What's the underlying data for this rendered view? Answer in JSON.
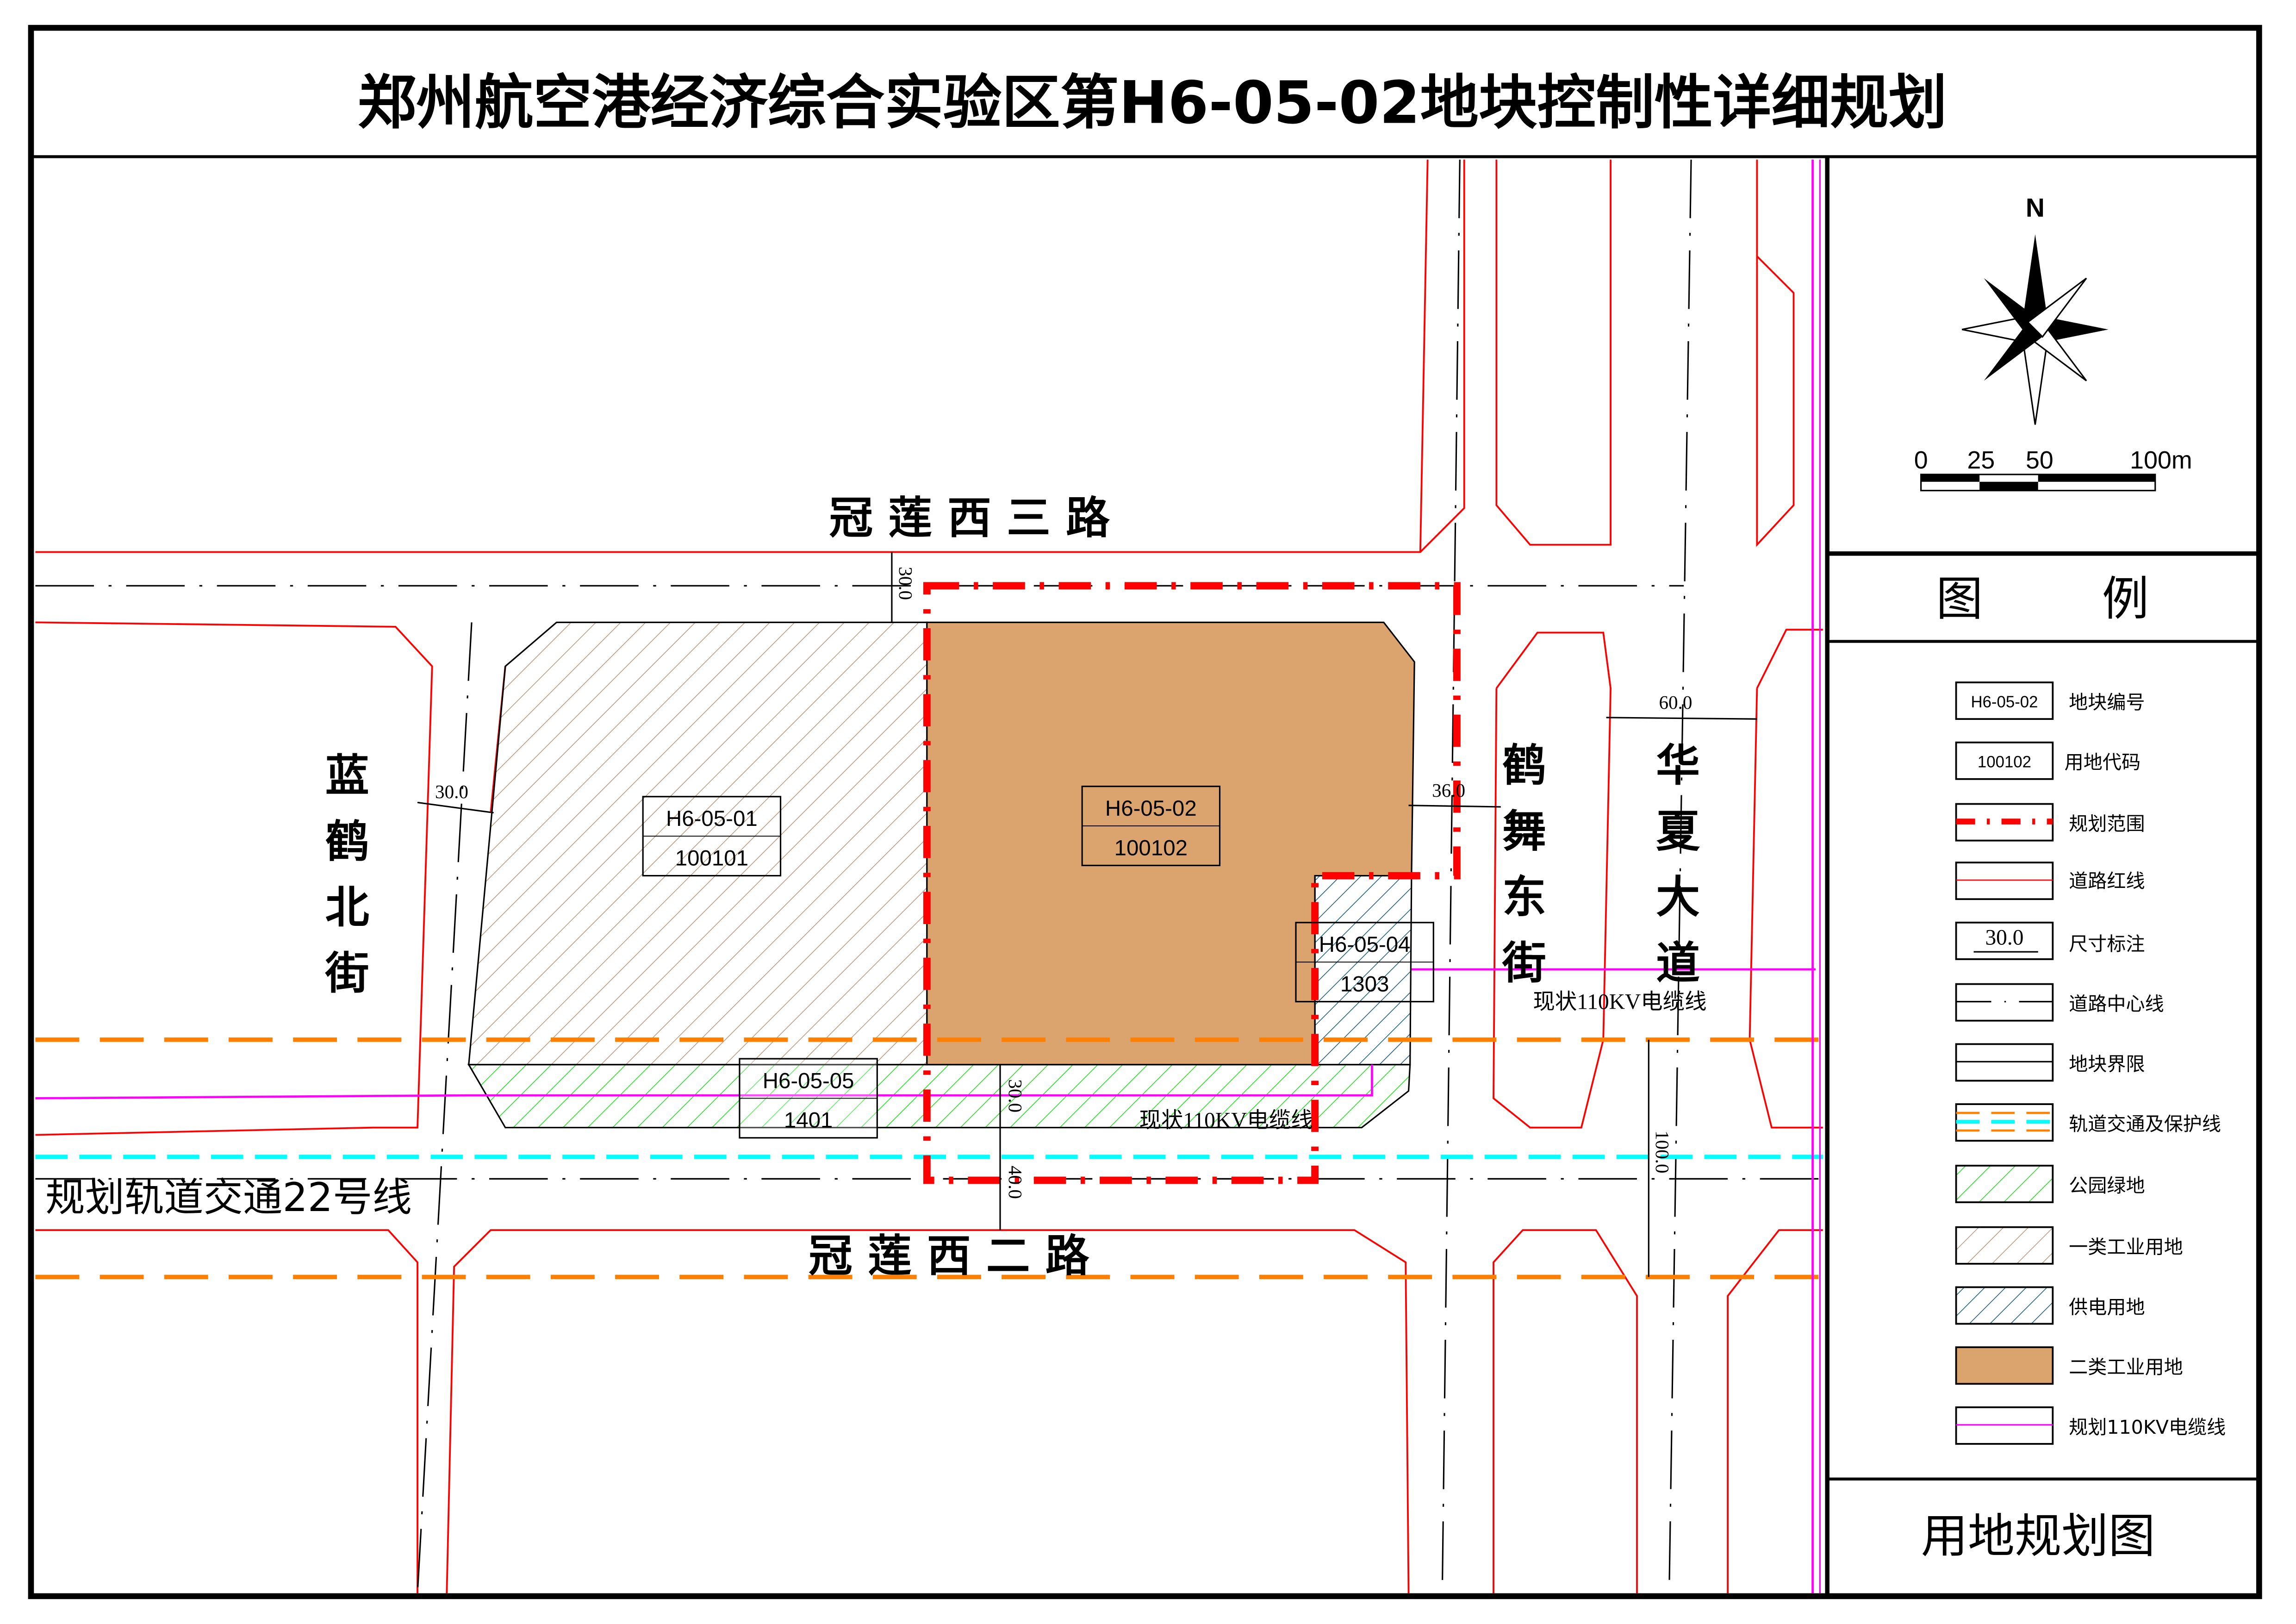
{
  "title": "郑州航空港经济综合实验区第H6-05-02地块控制性详细规划",
  "roads": {
    "north": "冠 莲 西 三 路",
    "south": "冠 莲 西 二 路",
    "west": [
      "蓝",
      "鹤",
      "北",
      "街"
    ],
    "east": [
      "鹤",
      "舞",
      "东",
      "街"
    ],
    "huaxia": [
      "华",
      "夏",
      "大",
      "道"
    ],
    "rail": "规划轨道交通22号线"
  },
  "parcels": [
    {
      "id": "H6-05-01",
      "code": "100101"
    },
    {
      "id": "H6-05-02",
      "code": "100102"
    },
    {
      "id": "H6-05-04",
      "code": "1303"
    },
    {
      "id": "H6-05-05",
      "code": "1401"
    }
  ],
  "dimensions": {
    "north_road": "30.0",
    "west_road": "30.0",
    "east_road": "36.0",
    "huaxia": "60.0",
    "green_a": "30.0",
    "green_b": "40.0",
    "protect": "100.0"
  },
  "cable_labels": {
    "east": "现状110KV电缆线",
    "south": "现状110KV电缆线"
  },
  "compass": {
    "north": "N",
    "scale": [
      "0",
      "25",
      "50",
      "100m"
    ]
  },
  "legend": {
    "title": "图        例",
    "items": [
      {
        "sample": "H6-05-02",
        "label": "地块编号"
      },
      {
        "sample": "100102",
        "label": "用地代码"
      },
      {
        "label": "规划范围"
      },
      {
        "label": "道路红线"
      },
      {
        "sample": "30.0",
        "label": "尺寸标注"
      },
      {
        "label": "道路中心线"
      },
      {
        "label": "地块界限"
      },
      {
        "label": "轨道交通及保护线"
      },
      {
        "label": "公园绿地"
      },
      {
        "label": "一类工业用地"
      },
      {
        "label": "供电用地"
      },
      {
        "label": "二类工业用地"
      },
      {
        "label": "规划110KV电缆线"
      }
    ]
  },
  "drawing_name": "用地规划图",
  "colors": {
    "industry2": "#dba46f",
    "industry1": "#b89a80",
    "green": "#22dd22",
    "power": "#1b5e7a",
    "boundary": "#ff0000",
    "cable": "#ff00ff",
    "rail": "#00ffff",
    "protect": "#ff8000"
  }
}
